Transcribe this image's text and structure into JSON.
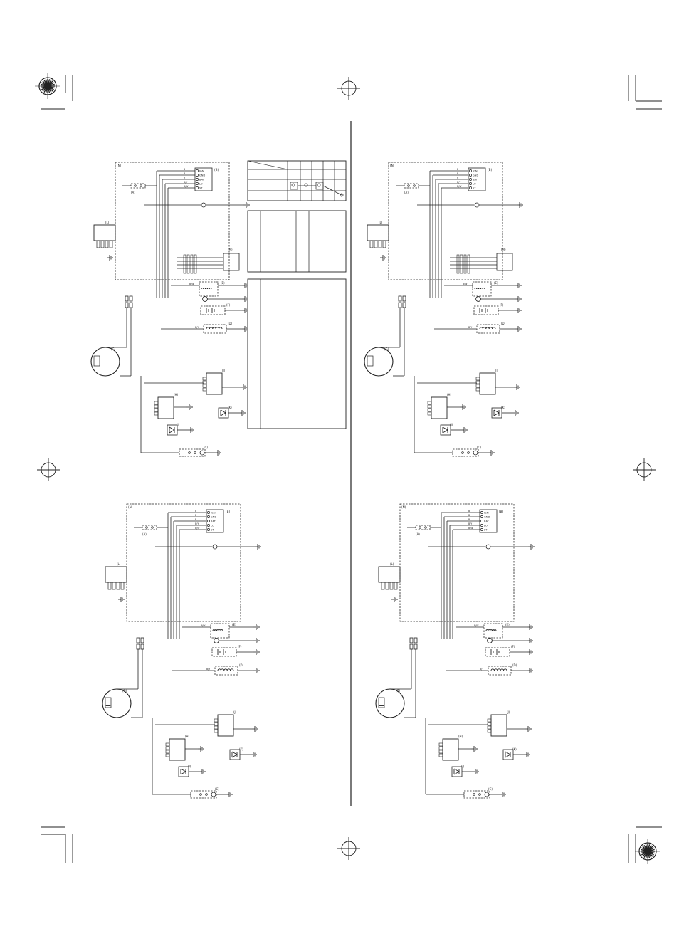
{
  "colors": {
    "ink": "#222222",
    "background": "#ffffff",
    "frame": "#777777"
  },
  "component_labels": {
    "A": "(A)",
    "B": "(B)",
    "C": "(C)",
    "D": "(D)",
    "E": "(E)",
    "F": "(F)",
    "G": "(G)",
    "H": "(H)",
    "I": "(I)",
    "J": "(J)",
    "K": "(K)",
    "L": "(L)",
    "M": "(M)",
    "N": "(N)"
  },
  "switch_terminals": [
    "IGN",
    "GND",
    "BAT",
    "LO",
    "ST"
  ],
  "wire_colors": {
    "black_white": "B/W",
    "black_yellow": "B/Y",
    "white": "W",
    "black": "B",
    "red": "R"
  },
  "icons": {
    "registration": "crosshair-registration-mark",
    "target": "sunburst-target-mark",
    "crop": "crop-mark",
    "ground": "ground-symbol",
    "diode": "diode-symbol",
    "coil": "ignition-coil-symbol"
  }
}
